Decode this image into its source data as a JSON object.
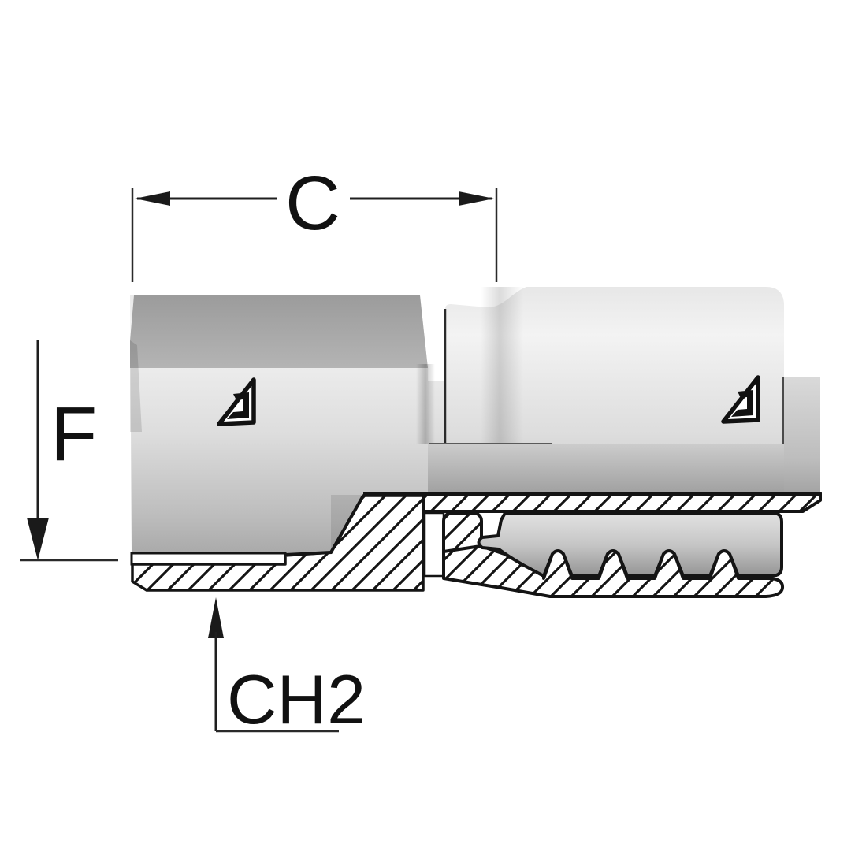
{
  "document": {
    "type": "technical-line-drawing",
    "subject": "Hydraulic hose crimp fitting, straight female coupling shown in half-section"
  },
  "labels": {
    "c": "C",
    "f": "F",
    "ch2": "CH2"
  },
  "icons": {
    "brand_mark": "stylized-a-triangle-logo"
  },
  "colors": {
    "background": "#ffffff",
    "line": "#1a1a1a",
    "hex_top_facet": "#a5a5a5",
    "body_light": "#f3f3f3",
    "body_shadow": "#a8a8a8",
    "hose_section_gray": "#bdbdbd"
  }
}
